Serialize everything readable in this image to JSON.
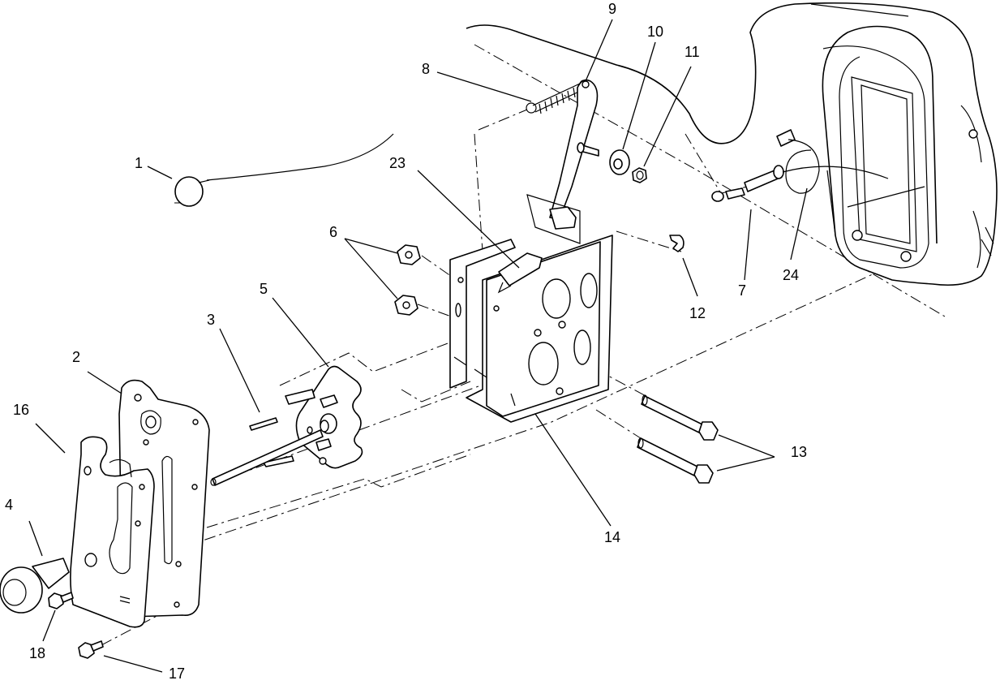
{
  "callouts": [
    {
      "id": "1",
      "label": "1"
    },
    {
      "id": "2",
      "label": "2"
    },
    {
      "id": "3",
      "label": "3"
    },
    {
      "id": "4",
      "label": "4"
    },
    {
      "id": "5",
      "label": "5"
    },
    {
      "id": "6",
      "label": "6"
    },
    {
      "id": "7",
      "label": "7"
    },
    {
      "id": "8",
      "label": "8"
    },
    {
      "id": "9",
      "label": "9"
    },
    {
      "id": "10",
      "label": "10"
    },
    {
      "id": "11",
      "label": "11"
    },
    {
      "id": "12",
      "label": "12"
    },
    {
      "id": "13",
      "label": "13"
    },
    {
      "id": "14",
      "label": "14"
    },
    {
      "id": "16",
      "label": "16"
    },
    {
      "id": "17",
      "label": "17"
    },
    {
      "id": "18",
      "label": "18"
    },
    {
      "id": "23",
      "label": "23"
    },
    {
      "id": "24",
      "label": "24"
    }
  ],
  "colors": {
    "ink": "#000000",
    "paper": "#ffffff"
  }
}
